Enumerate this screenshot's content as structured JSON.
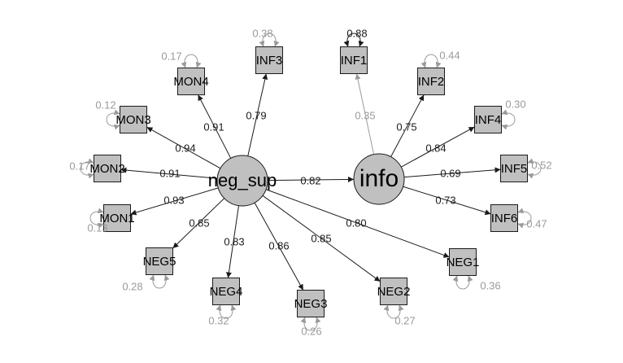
{
  "latents": [
    {
      "id": "neg_sup",
      "label": "neg_sup"
    },
    {
      "id": "info",
      "label": "info"
    }
  ],
  "indicators": [
    {
      "id": "MON1",
      "label": "MON1",
      "residual": "0.13",
      "residual_dark": false
    },
    {
      "id": "MON2",
      "label": "MON2",
      "residual": "0.17",
      "residual_dark": false
    },
    {
      "id": "MON3",
      "label": "MON3",
      "residual": "0.12",
      "residual_dark": false
    },
    {
      "id": "MON4",
      "label": "MON4",
      "residual": "0.17",
      "residual_dark": false
    },
    {
      "id": "INF3",
      "label": "INF3",
      "residual": "0.38",
      "residual_dark": false
    },
    {
      "id": "NEG5",
      "label": "NEG5",
      "residual": "0.28",
      "residual_dark": false
    },
    {
      "id": "NEG4",
      "label": "NEG4",
      "residual": "0.32",
      "residual_dark": false
    },
    {
      "id": "NEG3",
      "label": "NEG3",
      "residual": "0.26",
      "residual_dark": false
    },
    {
      "id": "NEG2",
      "label": "NEG2",
      "residual": "0.27",
      "residual_dark": false
    },
    {
      "id": "NEG1",
      "label": "NEG1",
      "residual": "0.36",
      "residual_dark": false
    },
    {
      "id": "INF1",
      "label": "INF1",
      "residual": "0.88",
      "residual_dark": true
    },
    {
      "id": "INF2",
      "label": "INF2",
      "residual": "0.44",
      "residual_dark": false
    },
    {
      "id": "INF4",
      "label": "INF4",
      "residual": "0.30",
      "residual_dark": false
    },
    {
      "id": "INF5",
      "label": "INF5",
      "residual": "0.52",
      "residual_dark": false
    },
    {
      "id": "INF6",
      "label": "INF6",
      "residual": "0.47",
      "residual_dark": false
    }
  ],
  "loadings": [
    {
      "from": "neg_sup",
      "to": "MON1",
      "value": "0.93",
      "style": "dark"
    },
    {
      "from": "neg_sup",
      "to": "MON2",
      "value": "0.91",
      "style": "dark"
    },
    {
      "from": "neg_sup",
      "to": "MON3",
      "value": "0.94",
      "style": "dark"
    },
    {
      "from": "neg_sup",
      "to": "MON4",
      "value": "0.91",
      "style": "dark"
    },
    {
      "from": "neg_sup",
      "to": "INF3",
      "value": "0.79",
      "style": "dark"
    },
    {
      "from": "neg_sup",
      "to": "NEG5",
      "value": "0.85",
      "style": "dark"
    },
    {
      "from": "neg_sup",
      "to": "NEG4",
      "value": "0.83",
      "style": "dark"
    },
    {
      "from": "neg_sup",
      "to": "NEG3",
      "value": "0.86",
      "style": "dark"
    },
    {
      "from": "neg_sup",
      "to": "NEG2",
      "value": "0.85",
      "style": "dark"
    },
    {
      "from": "neg_sup",
      "to": "NEG1",
      "value": "0.80",
      "style": "dark"
    },
    {
      "from": "neg_sup",
      "to": "info",
      "value": "0.82",
      "style": "dark"
    },
    {
      "from": "info",
      "to": "INF1",
      "value": "0.35",
      "style": "grey"
    },
    {
      "from": "info",
      "to": "INF2",
      "value": "0.75",
      "style": "dark"
    },
    {
      "from": "info",
      "to": "INF4",
      "value": "0.84",
      "style": "dark"
    },
    {
      "from": "info",
      "to": "INF5",
      "value": "0.69",
      "style": "dark"
    },
    {
      "from": "info",
      "to": "INF6",
      "value": "0.73",
      "style": "dark"
    }
  ],
  "colors": {
    "node_fill": "#c0c0c0",
    "edge_dark": "#1a1a1a",
    "edge_grey": "#9a9a9a"
  }
}
